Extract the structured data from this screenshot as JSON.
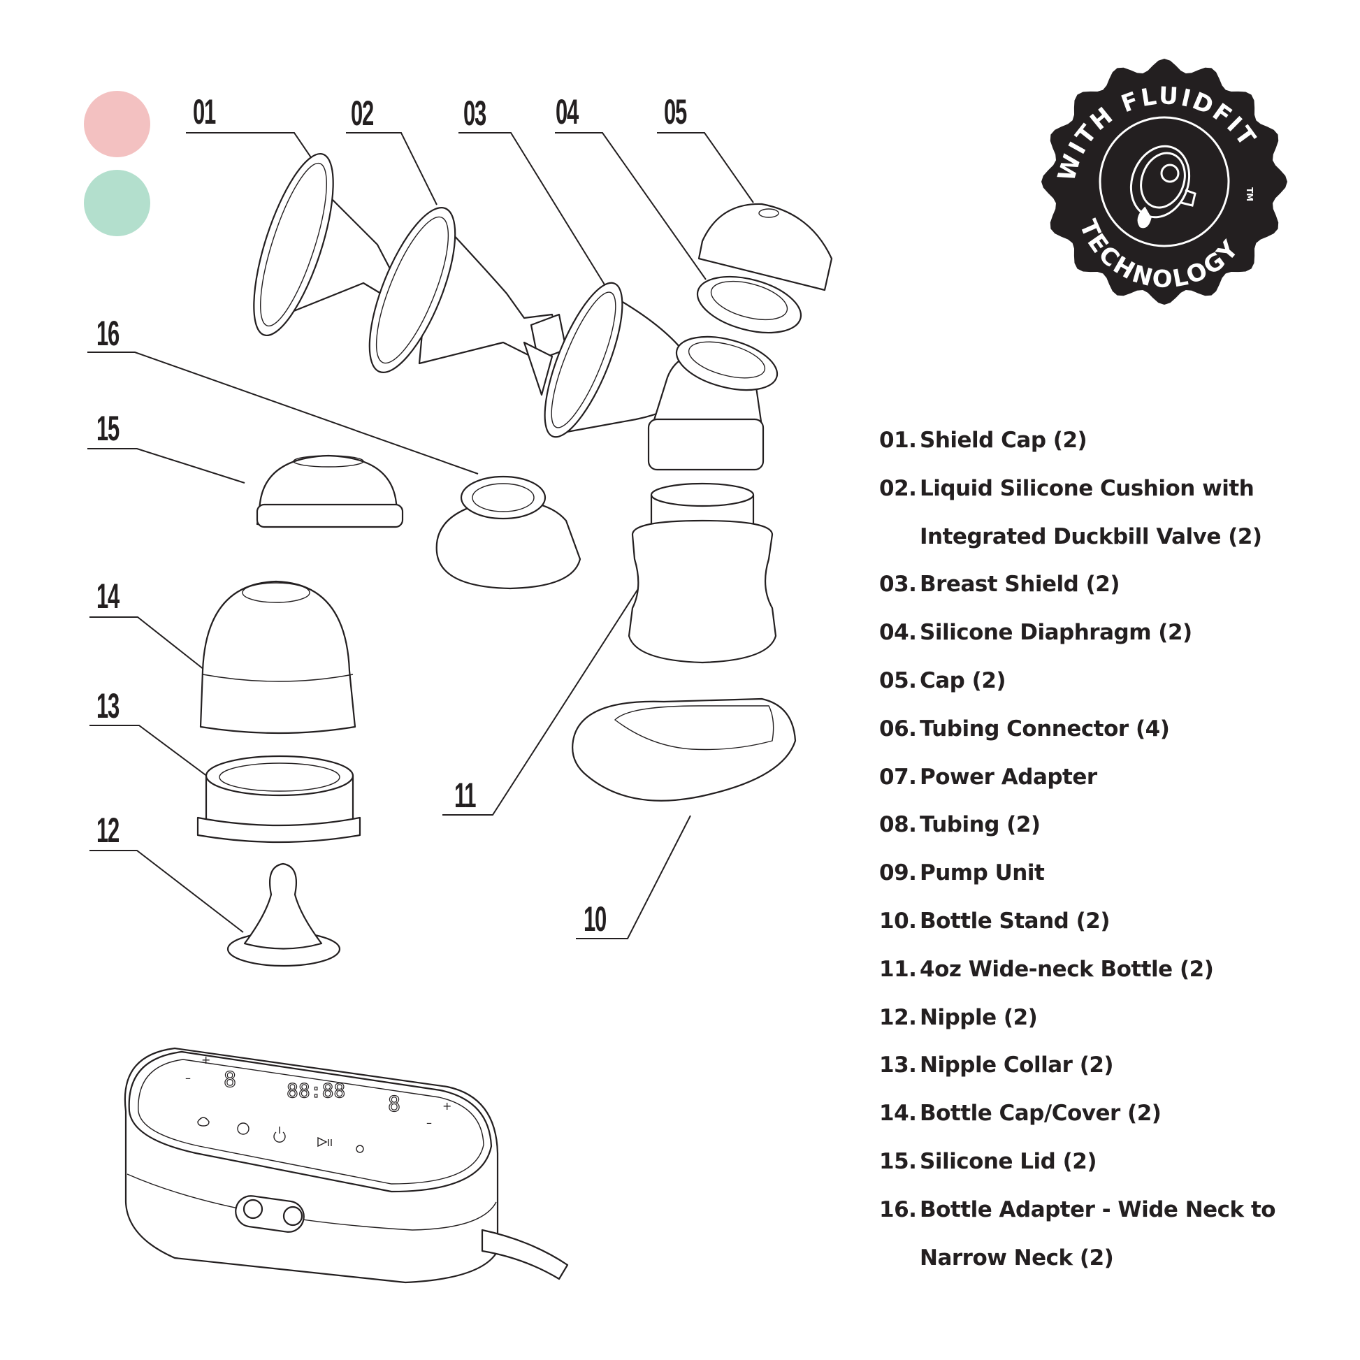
{
  "swatches": [
    {
      "name": "pink",
      "color": "#f3c1c1"
    },
    {
      "name": "mint",
      "color": "#b3dfcd"
    }
  ],
  "badge": {
    "top_text": "WITH FLUIDFIT",
    "trademark": "TM",
    "bottom_text": "TECHNOLOGY",
    "fill": "#231f20",
    "text_color": "#ffffff",
    "icon": "breast-shield-icon"
  },
  "callouts": [
    "01",
    "02",
    "03",
    "04",
    "05",
    "10",
    "11",
    "12",
    "13",
    "14",
    "15",
    "16"
  ],
  "legend": [
    {
      "num": "01.",
      "label": "Shield Cap (2)"
    },
    {
      "num": "02.",
      "label": "Liquid Silicone Cushion with"
    },
    {
      "num": "",
      "label": "Integrated Duckbill Valve (2)",
      "continuation": true
    },
    {
      "num": "03.",
      "label": "Breast Shield (2)"
    },
    {
      "num": "04.",
      "label": "Silicone Diaphragm (2)"
    },
    {
      "num": "05.",
      "label": "Cap (2)"
    },
    {
      "num": "06.",
      "label": "Tubing Connector (4)"
    },
    {
      "num": "07.",
      "label": "Power Adapter"
    },
    {
      "num": "08.",
      "label": "Tubing (2)"
    },
    {
      "num": "09.",
      "label": "Pump Unit"
    },
    {
      "num": "10.",
      "label": "Bottle Stand (2)"
    },
    {
      "num": "11.",
      "label": "4oz Wide-neck Bottle (2)"
    },
    {
      "num": "12.",
      "label": "Nipple (2)"
    },
    {
      "num": "13.",
      "label": "Nipple Collar (2)"
    },
    {
      "num": "14.",
      "label": "Bottle Cap/Cover (2)"
    },
    {
      "num": "15.",
      "label": "Silicone Lid (2)"
    },
    {
      "num": "16.",
      "label": "Bottle Adapter - Wide Neck to"
    },
    {
      "num": "",
      "label": "Narrow Neck (2)",
      "continuation": true
    }
  ],
  "pump_display": {
    "timer_digits": "88:88",
    "left_level": "8",
    "right_level": "8",
    "plus": "+",
    "minus": "–"
  }
}
